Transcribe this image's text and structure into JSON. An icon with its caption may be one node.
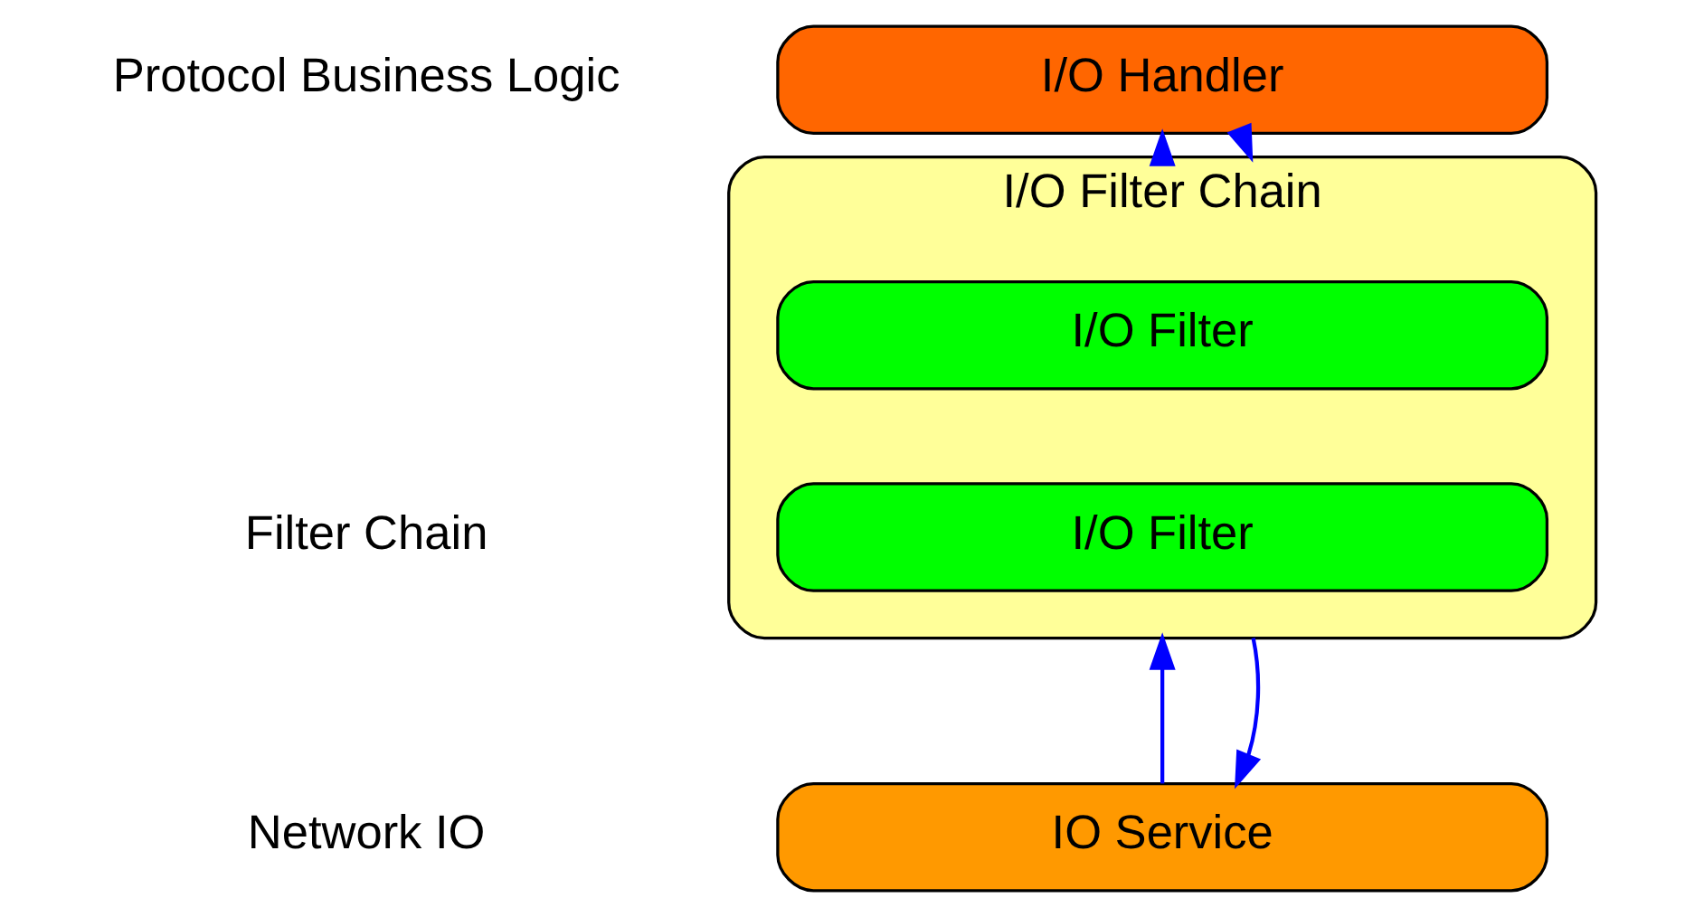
{
  "diagram": {
    "nodes": [
      {
        "text": [
          "I/O Handler"
        ]
      },
      {
        "text": [
          "I/O Filter Chain"
        ]
      },
      {
        "text": [
          "I/O Filter"
        ],
        "in": 1
      },
      {
        "text": [
          "I/O Filter"
        ],
        "in": 1
      },
      {
        "text": [
          "IO Service"
        ]
      }
    ],
    "edges": [
      {
        "from": 1,
        "to": 0,
        "arrow": "to"
      },
      {
        "from": 0,
        "to": 1,
        "arrow": "to"
      },
      {
        "from": 4,
        "to": 1,
        "arrow": "to"
      },
      {
        "from": 1,
        "to": 4,
        "arrow": "to"
      }
    ],
    "labels": [
      "Protocol Business Logic",
      "Filter Chain",
      "Network IO"
    ]
  }
}
